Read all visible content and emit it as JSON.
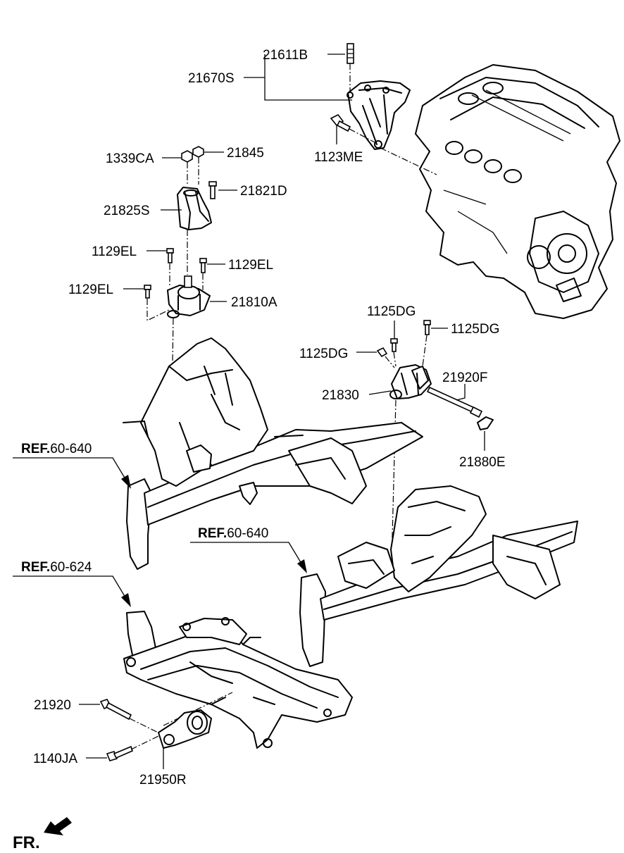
{
  "labels": {
    "p21611B": "21611B",
    "p21670S": "21670S",
    "p1123ME": "1123ME",
    "p1339CA": "1339CA",
    "p21845": "21845",
    "p21821D": "21821D",
    "p21825S": "21825S",
    "p1129EL_a": "1129EL",
    "p1129EL_b": "1129EL",
    "p1129EL_c": "1129EL",
    "p21810A": "21810A",
    "p1125DG_a": "1125DG",
    "p1125DG_b": "1125DG",
    "p1125DG_c": "1125DG",
    "p21920F": "21920F",
    "p21830": "21830",
    "p21880E": "21880E",
    "p21920": "21920",
    "p1140JA": "1140JA",
    "p21950R": "21950R"
  },
  "refs": {
    "ref1": {
      "prefix": "REF.",
      "code": "60-640"
    },
    "ref2": {
      "prefix": "REF.",
      "code": "60-640"
    },
    "ref3": {
      "prefix": "REF.",
      "code": "60-624"
    }
  },
  "direction": {
    "label": "FR."
  }
}
